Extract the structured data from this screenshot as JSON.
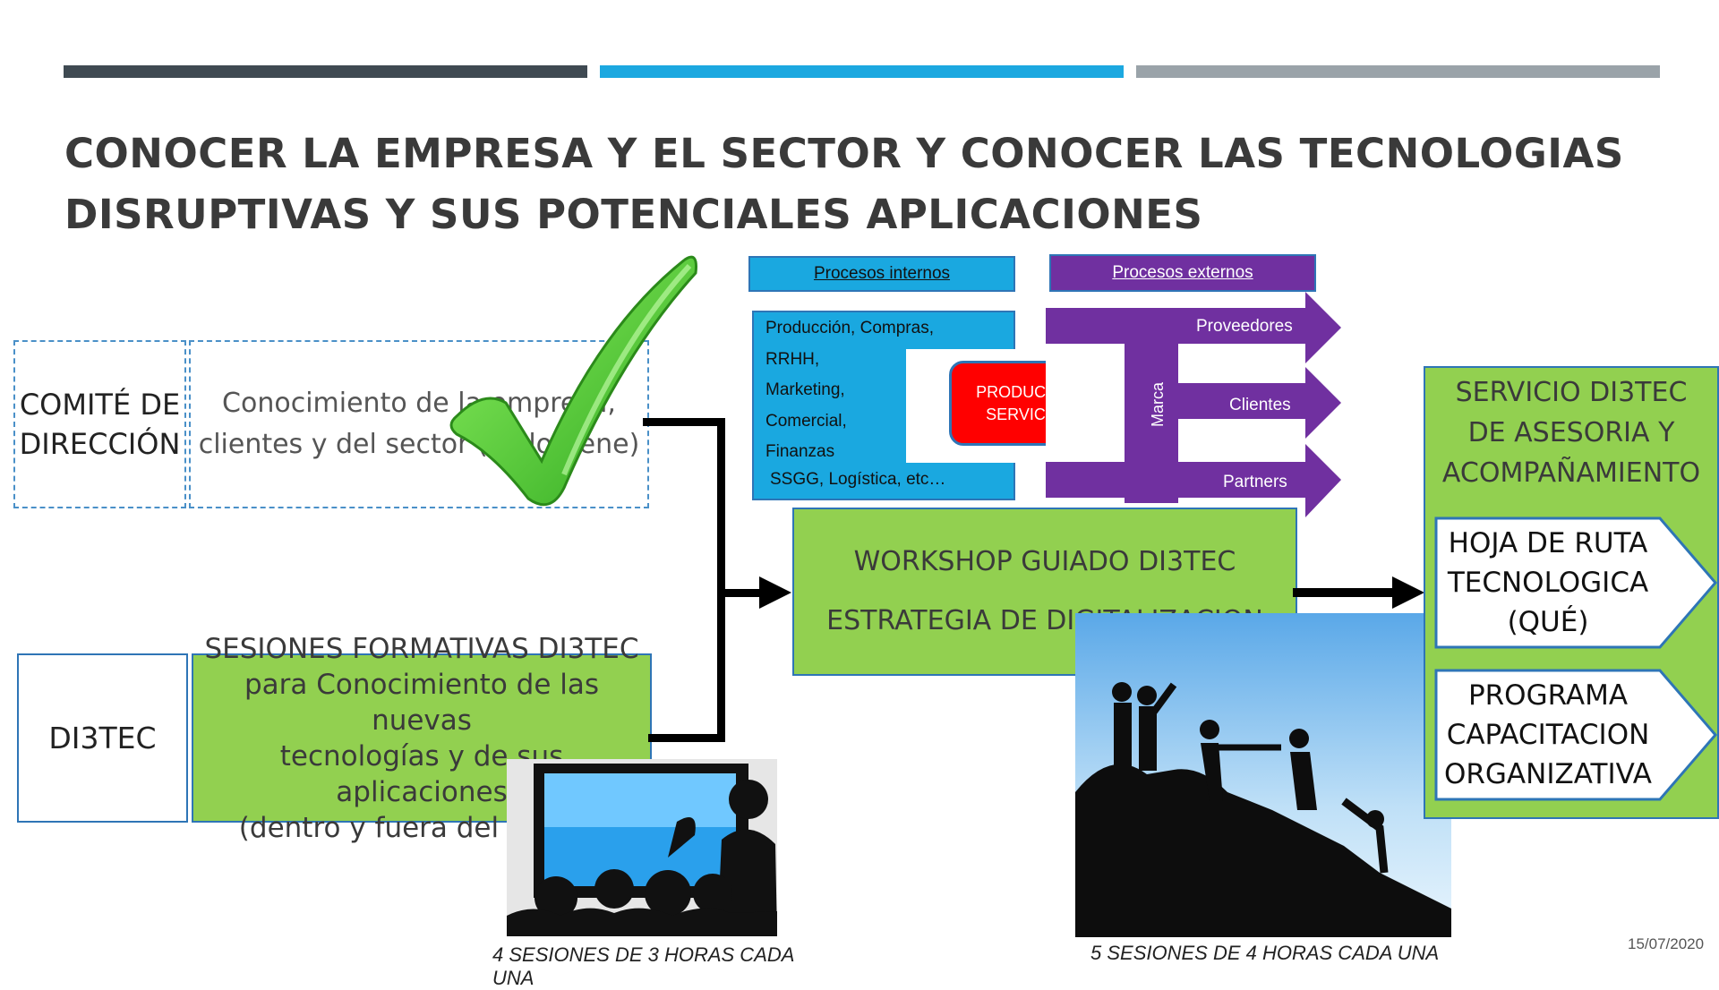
{
  "slide": {
    "title_line1": "CONOCER LA EMPRESA Y EL SECTOR Y CONOCER LAS TECNOLOGIAS",
    "title_line2": "DISRUPTIVAS Y SUS POTENCIALES APLICACIONES",
    "date": "15/07/2020"
  },
  "left": {
    "comite": {
      "line1": "COMITÉ DE",
      "line2": "DIRECCIÓN"
    },
    "conocimiento": {
      "line1": "Conocimiento de la empresa,",
      "line2": "clientes y del sector (ya lo tiene)"
    },
    "di3tec": "DI3TEC",
    "sesiones": {
      "line1": "SESIONES FORMATIVAS DI3TEC",
      "line2": "para Conocimiento de las nuevas",
      "line3": "tecnologías y de sus aplicaciones",
      "line4": "(dentro y fuera del sector)"
    },
    "caption": "4 SESIONES DE 3 HORAS CADA UNA"
  },
  "procesos": {
    "internos_title": "Procesos internos",
    "externos_title": "Procesos externos",
    "internos": [
      "Producción, Compras,",
      "RRHH,",
      "Marketing,",
      "Comercial,",
      "Finanzas",
      "SSGG, Logística, etc…"
    ],
    "productos_line1": "PRODUCTOS/",
    "productos_line2": "SERVICIOS",
    "marca": "Marca",
    "externos": [
      "Proveedores",
      "Clientes",
      "Partners"
    ]
  },
  "workshop": {
    "line1": "WORKSHOP GUIADO DI3TEC",
    "line2": "ESTRATEGIA DE DIGITALIZACION",
    "caption": "5 SESIONES DE 4 HORAS CADA UNA"
  },
  "servicio": {
    "line1": "SERVICIO DI3TEC",
    "line2": "DE ASESORIA Y",
    "line3": "ACOMPAÑAMIENTO",
    "hoja": {
      "line1": "HOJA DE RUTA",
      "line2": "TECNOLOGICA",
      "line3": "(QUÉ)"
    },
    "programa": {
      "line1": "PROGRAMA",
      "line2": "CAPACITACION",
      "line3": "ORGANIZATIVA"
    }
  },
  "colors": {
    "bar1": "#3f4a52",
    "bar2": "#1ca8e0",
    "bar3": "#9aa3a9",
    "green": "#92d050",
    "blue": "#1aa8e0",
    "purple": "#7030a0",
    "red": "#ff0000"
  }
}
